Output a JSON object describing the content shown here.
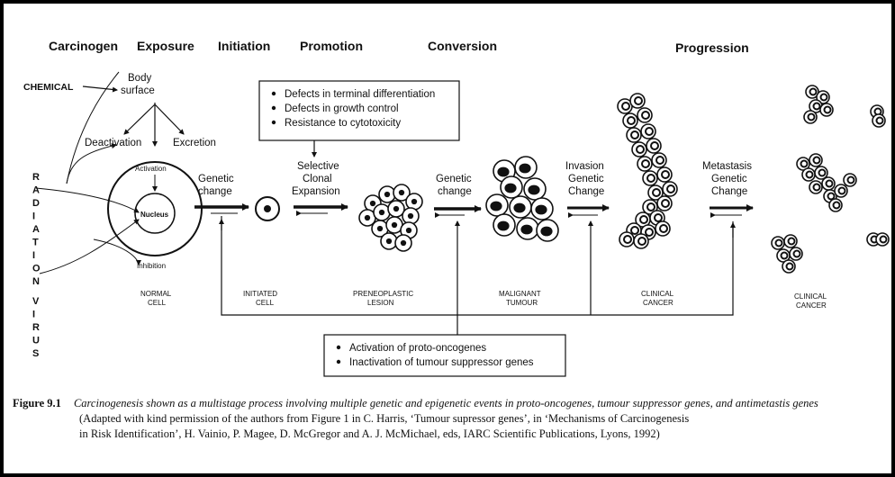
{
  "stages": {
    "carcinogen": "Carcinogen",
    "exposure": "Exposure",
    "initiation": "Initiation",
    "promotion": "Promotion",
    "conversion": "Conversion",
    "progression": "Progression"
  },
  "agents": {
    "chemical": "CHEMICAL",
    "radiation_letters": [
      "R",
      "A",
      "D",
      "I",
      "A",
      "T",
      "I",
      "O",
      "N"
    ],
    "virus_letters": [
      "V",
      "I",
      "R",
      "U",
      "S"
    ]
  },
  "exposure_labels": {
    "body_surface_1": "Body",
    "body_surface_2": "surface",
    "deactivation": "Deactivation",
    "excretion": "Excretion",
    "activation": "Activation",
    "nucleus": "Nucleus",
    "inhibition": "Inhibition"
  },
  "promotion_box": [
    "Defects in terminal differentiation",
    "Defects in growth control",
    "Resistance to cytotoxicity"
  ],
  "oncogene_box": [
    "Activation of proto-oncogenes",
    "Inactivation of tumour suppressor genes"
  ],
  "arrow_labels": {
    "genetic_change_1a": "Genetic",
    "genetic_change_1b": "change",
    "selective_1": "Selective",
    "selective_2": "Clonal",
    "selective_3": "Expansion",
    "genetic_change_2a": "Genetic",
    "genetic_change_2b": "change",
    "invasion_1": "Invasion",
    "invasion_2": "Genetic",
    "invasion_3": "Change",
    "metastasis_1": "Metastasis",
    "metastasis_2": "Genetic",
    "metastasis_3": "Change"
  },
  "cell_captions": {
    "normal_1": "NORMAL",
    "normal_2": "CELL",
    "initiated_1": "INITIATED",
    "initiated_2": "CELL",
    "preneo_1": "PRENEOPLASTIC",
    "preneo_2": "LESION",
    "malignant_1": "MALIGNANT",
    "malignant_2": "TUMOUR",
    "clinical1_1": "CLINICAL",
    "clinical1_2": "CANCER",
    "clinical2_1": "CLINICAL",
    "clinical2_2": "CANCER"
  },
  "caption": {
    "label": "Figure 9.1",
    "title": "Carcinogenesis shown as a multistage process involving multiple genetic and epigenetic events in proto-oncogenes, tumour suppressor genes, and antimetastis genes",
    "credit_line1": "(Adapted with kind permission of the authors from Figure 1 in C. Harris, ‘Tumour supressor genes’, in ‘Mechanisms of Carcinogenesis",
    "credit_line2": "in Risk Identification’, H. Vainio, P. Magee, D. McGregor and A. J. McMichael, eds, IARC Scientific Publications, Lyons, 1992)"
  }
}
